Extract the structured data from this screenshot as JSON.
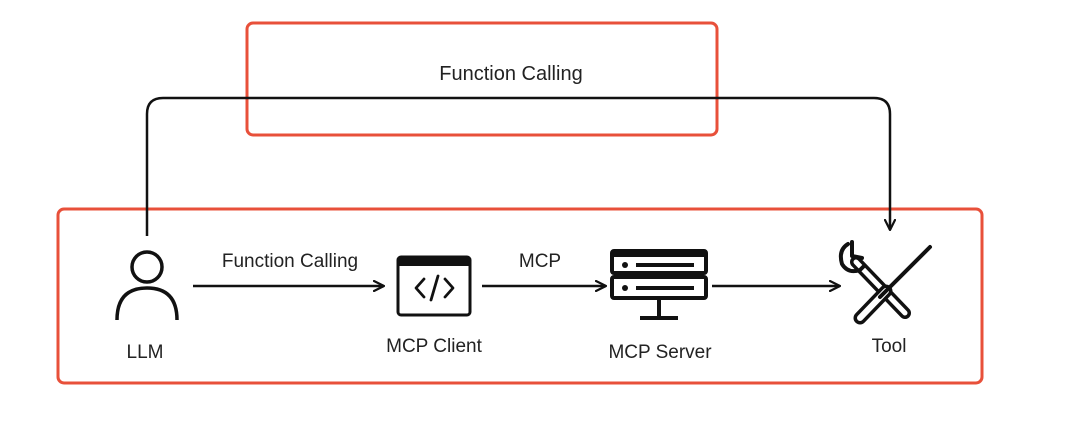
{
  "top_box": {
    "label": "Function Calling"
  },
  "nodes": {
    "llm": {
      "label": "LLM",
      "icon": "user-icon"
    },
    "mcp_client": {
      "label": "MCP Client",
      "icon": "code-window-icon"
    },
    "mcp_server": {
      "label": "MCP Server",
      "icon": "server-icon"
    },
    "tool": {
      "label": "Tool",
      "icon": "tools-icon"
    }
  },
  "edges": {
    "llm_to_client": {
      "label": "Function Calling"
    },
    "client_to_server": {
      "label": "MCP"
    }
  },
  "colors": {
    "frame": "#e8503a",
    "line": "#111111",
    "text": "#222222"
  }
}
